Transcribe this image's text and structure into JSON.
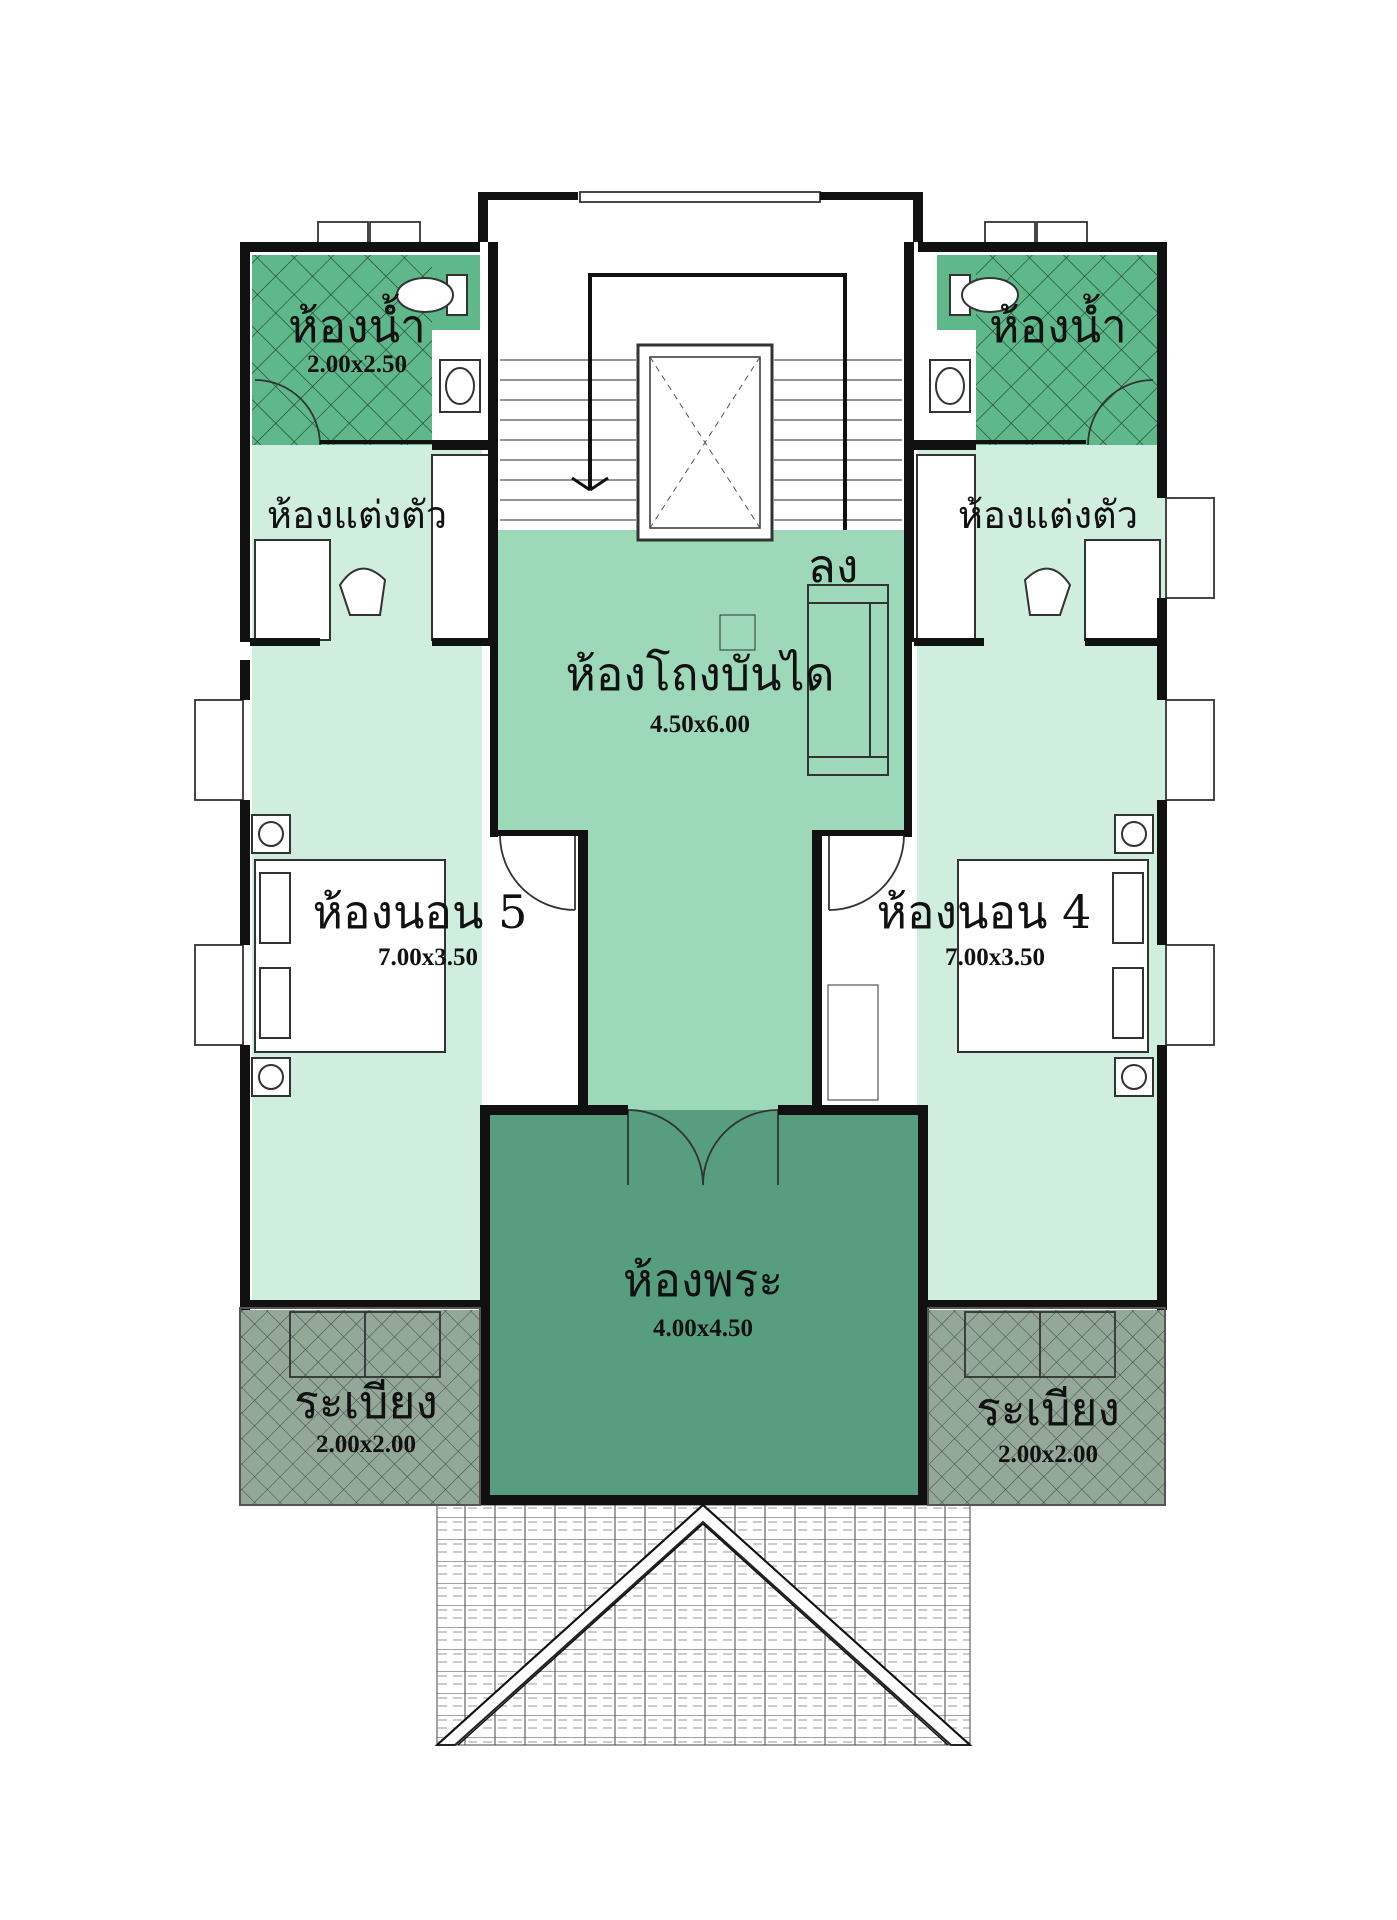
{
  "rooms": {
    "bath_left": {
      "name": "ห้องน้ำ",
      "size": "2.00x2.50"
    },
    "bath_right": {
      "name": "ห้องน้ำ"
    },
    "dress_left": {
      "name": "ห้องแต่งตัว"
    },
    "dress_right": {
      "name": "ห้องแต่งตัว"
    },
    "stair_hall": {
      "name": "ห้องโถงบันได",
      "size": "4.50x6.00",
      "down_label": "ลง"
    },
    "bed5": {
      "name": "ห้องนอน 5",
      "size": "7.00x3.50"
    },
    "bed4": {
      "name": "ห้องนอน 4",
      "size": "7.00x3.50"
    },
    "shrine": {
      "name": "ห้องพระ",
      "size": "4.00x4.50"
    },
    "balcony_left": {
      "name": "ระเบียง",
      "size": "2.00x2.00"
    },
    "balcony_right": {
      "name": "ระเบียง",
      "size": "2.00x2.00"
    }
  },
  "colors": {
    "bath": "#5fb88a",
    "bedroom": "#cfeedd",
    "hall": "#9dd8b8",
    "shrine": "#579e7f",
    "balcony": "#93a897",
    "roof": "#ffffff",
    "wall": "#111111"
  }
}
